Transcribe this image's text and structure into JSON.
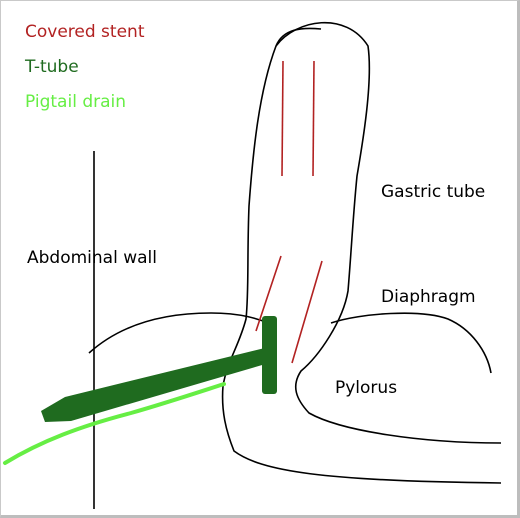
{
  "legend": {
    "covered_stent": "Covered stent",
    "t_tube": "T-tube",
    "pigtail_drain": "Pigtail drain"
  },
  "labels": {
    "gastric_tube": "Gastric tube",
    "abdominal_wall": "Abdominal wall",
    "diaphragm": "Diaphragm",
    "pylorus": "Pylorus"
  },
  "colors": {
    "covered_stent": "#b22222",
    "t_tube": "#1f6b1f",
    "pigtail_drain": "#66ee44",
    "outline": "#000000"
  }
}
